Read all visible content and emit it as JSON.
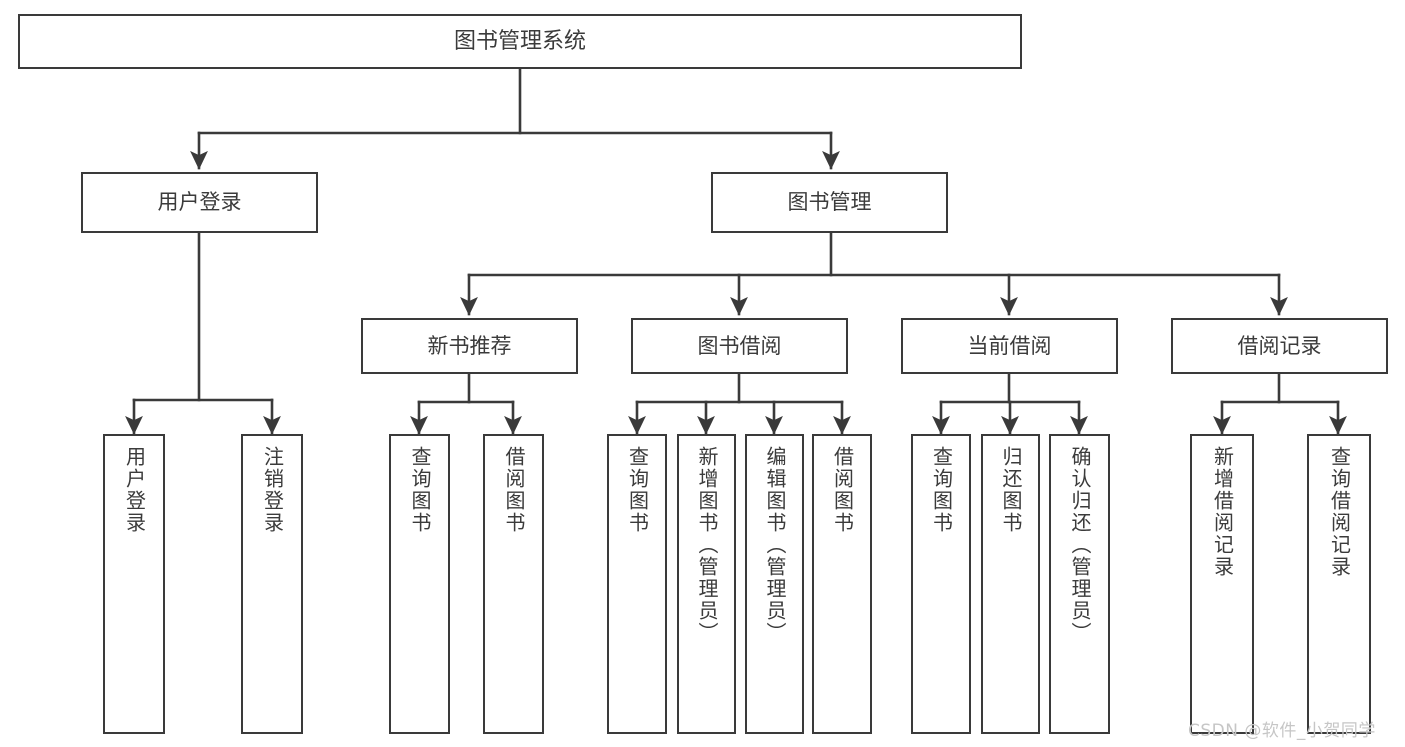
{
  "diagram": {
    "title": "图书管理系统",
    "type": "tree-hierarchy-chart",
    "line_color": "#3a3a3a",
    "box_fill": "#ffffff",
    "text_color": "#3b3b3b"
  },
  "nodes": {
    "root": {
      "label": "图书管理系统"
    },
    "level1": [
      {
        "id": "user-login",
        "label": "用户登录"
      },
      {
        "id": "book-manage",
        "label": "图书管理"
      }
    ],
    "level2": [
      {
        "id": "new-book-recommend",
        "label": "新书推荐"
      },
      {
        "id": "book-borrow",
        "label": "图书借阅"
      },
      {
        "id": "current-borrow",
        "label": "当前借阅"
      },
      {
        "id": "borrow-record",
        "label": "借阅记录"
      }
    ],
    "leaves": [
      {
        "id": "leaf-user-login",
        "label": "用户登录",
        "parent": "user-login"
      },
      {
        "id": "leaf-logout-login",
        "label": "注销登录",
        "parent": "user-login"
      },
      {
        "id": "leaf-query-book-1",
        "label": "查询图书",
        "parent": "new-book-recommend"
      },
      {
        "id": "leaf-borrow-book-1",
        "label": "借阅图书",
        "parent": "new-book-recommend"
      },
      {
        "id": "leaf-query-book-2",
        "label": "查询图书",
        "parent": "book-borrow"
      },
      {
        "id": "leaf-add-book-admin",
        "label": "新增图书（管理员）",
        "parent": "book-borrow"
      },
      {
        "id": "leaf-edit-book-admin",
        "label": "编辑图书（管理员）",
        "parent": "book-borrow"
      },
      {
        "id": "leaf-borrow-book-2",
        "label": "借阅图书",
        "parent": "book-borrow"
      },
      {
        "id": "leaf-query-book-3",
        "label": "查询图书",
        "parent": "current-borrow"
      },
      {
        "id": "leaf-return-book",
        "label": "归还图书",
        "parent": "current-borrow"
      },
      {
        "id": "leaf-confirm-return-admin",
        "label": "确认归还（管理员）",
        "parent": "current-borrow"
      },
      {
        "id": "leaf-add-borrow-record",
        "label": "新增借阅记录",
        "parent": "borrow-record"
      },
      {
        "id": "leaf-query-borrow-record",
        "label": "查询借阅记录",
        "parent": "borrow-record"
      }
    ]
  },
  "watermark": {
    "text": "CSDN @软件_小贺同学"
  }
}
